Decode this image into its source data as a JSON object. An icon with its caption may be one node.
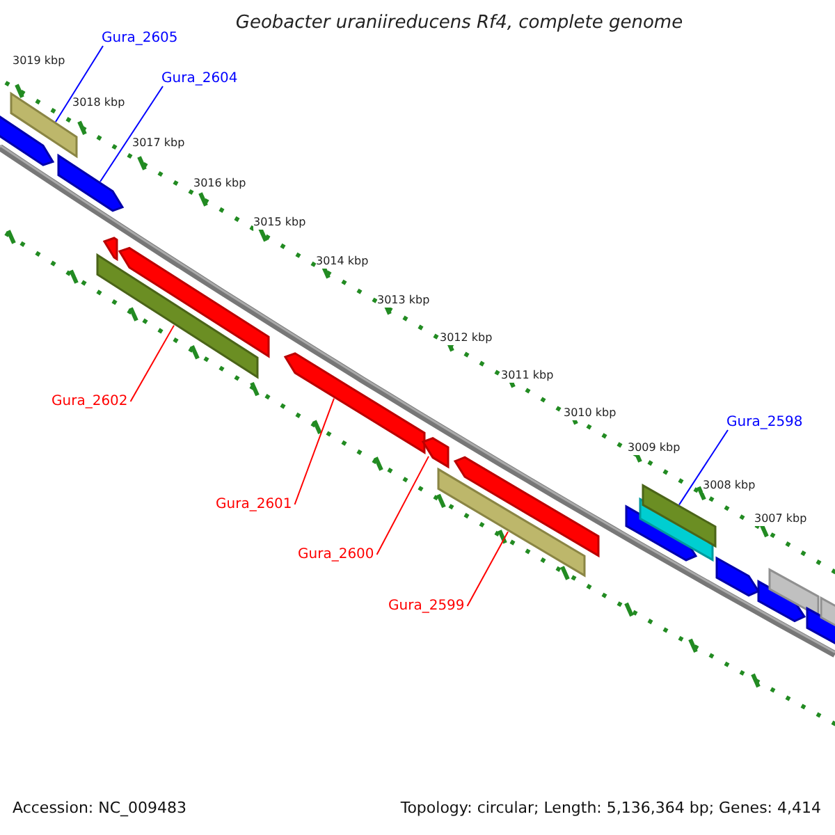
{
  "diagram": {
    "title": "Geobacter uraniireducens Rf4, complete genome",
    "nodes": [
      {
        "text": [
          "Gura_2605"
        ]
      },
      {
        "text": [
          "Gura_2604"
        ]
      },
      {
        "text": [
          "Gura_2602"
        ]
      },
      {
        "text": [
          "Gura_2601"
        ]
      },
      {
        "text": [
          "Gura_2600"
        ]
      },
      {
        "text": [
          "Gura_2599"
        ]
      },
      {
        "text": [
          "Gura_2598"
        ]
      },
      {
        "text": [],
        "shape": "arrow"
      },
      {
        "text": [],
        "shape": "bar"
      },
      {
        "text": [],
        "shape": "arrow"
      },
      {
        "text": [],
        "shape": "bar"
      },
      {
        "text": [],
        "shape": "arrow"
      },
      {
        "text": [],
        "shape": "arrow"
      },
      {
        "text": [],
        "shape": "arrow"
      },
      {
        "text": [],
        "shape": "arrow"
      },
      {
        "text": [],
        "shape": "bar"
      },
      {
        "text": [],
        "shape": "arrow"
      },
      {
        "text": [],
        "shape": "arrow"
      },
      {
        "text": [],
        "shape": "bar"
      },
      {
        "text": [],
        "shape": "bar"
      },
      {
        "text": [],
        "shape": "arrow"
      },
      {
        "text": [],
        "shape": "arrow"
      },
      {
        "text": [],
        "shape": "bar"
      },
      {
        "text": [],
        "shape": "arrow"
      },
      {
        "text": [],
        "shape": "bar"
      }
    ],
    "edges": [
      {
        "from": 0,
        "to": 8,
        "arrow": "none",
        "color": "#0000ff"
      },
      {
        "from": 1,
        "to": 9,
        "arrow": "none",
        "color": "#0000ff"
      },
      {
        "from": 2,
        "to": 10,
        "arrow": "none"
      },
      {
        "from": 3,
        "to": 13,
        "arrow": "none"
      },
      {
        "from": 4,
        "to": 14,
        "arrow": "none"
      },
      {
        "from": 5,
        "to": 15,
        "arrow": "none"
      },
      {
        "from": 6,
        "to": 19,
        "arrow": "none",
        "color": "#0000ff"
      }
    ],
    "labels": [
      "3019 kbp",
      "3018 kbp",
      "3017 kbp",
      "3016 kbp",
      "3015 kbp",
      "3014 kbp",
      "3013 kbp",
      "3012 kbp",
      "3011 kbp",
      "3010 kbp",
      "3009 kbp",
      "3008 kbp",
      "3007 kbp",
      "Accession: NC_009483",
      "Topology: circular; Length: 5,136,364 bp; Genes: 4,414"
    ]
  }
}
